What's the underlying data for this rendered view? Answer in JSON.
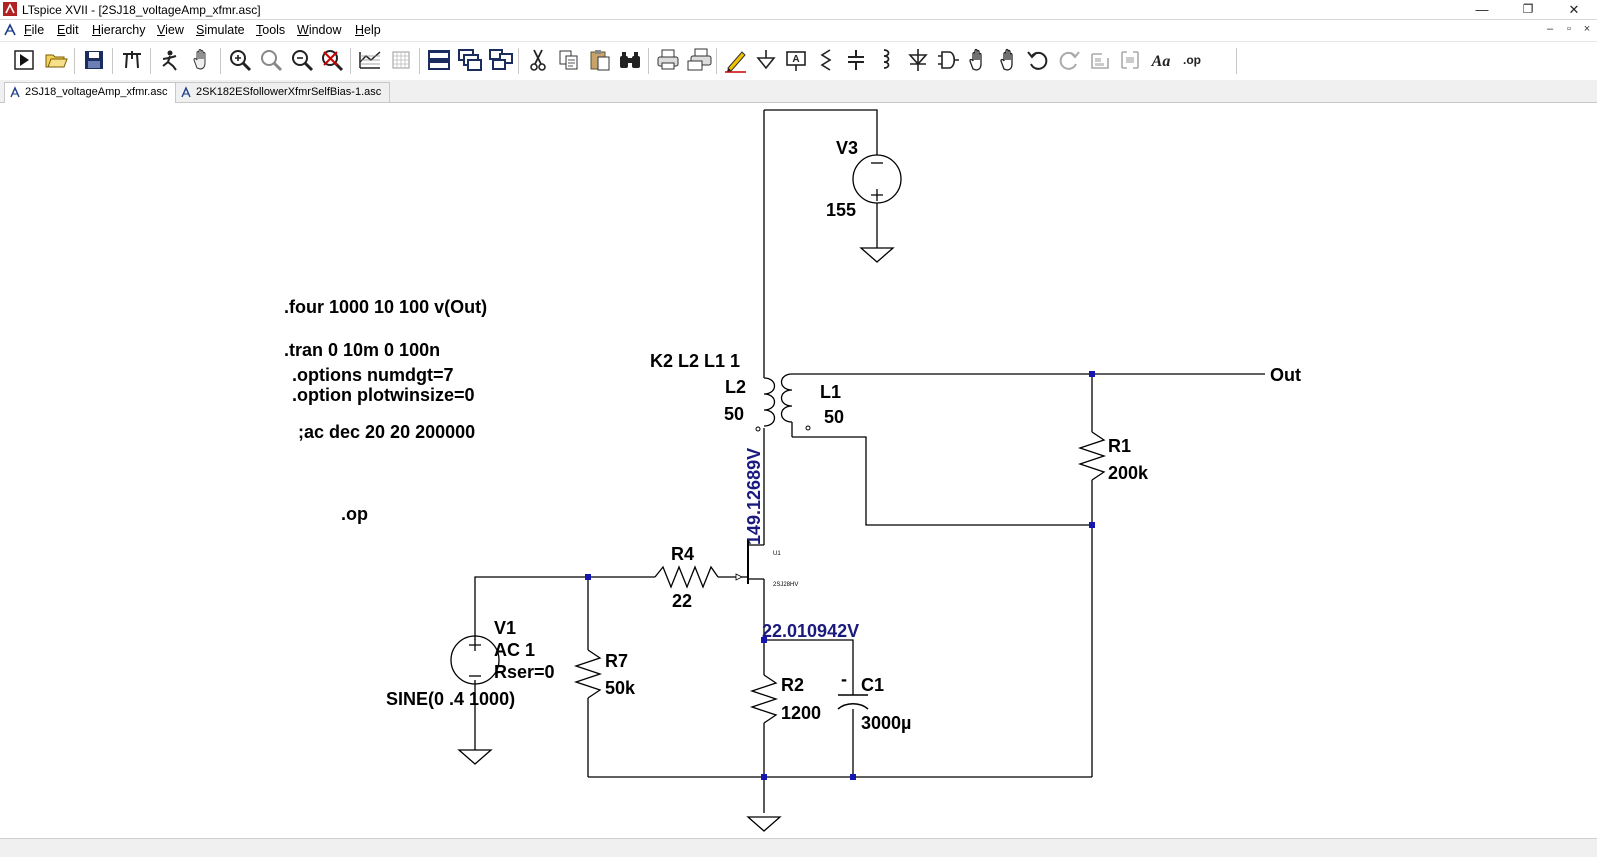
{
  "window": {
    "title": "LTspice XVII - [2SJ18_voltageAmp_xfmr.asc]",
    "controls": [
      "—",
      "❐",
      "✕"
    ]
  },
  "menu": {
    "items": [
      {
        "label": "File",
        "u": "F",
        "rest": "ile"
      },
      {
        "label": "Edit",
        "u": "E",
        "rest": "dit"
      },
      {
        "label": "Hierarchy",
        "u": "H",
        "rest": "ierarchy"
      },
      {
        "label": "View",
        "u": "V",
        "rest": "iew"
      },
      {
        "label": "Simulate",
        "u": "S",
        "rest": "imulate"
      },
      {
        "label": "Tools",
        "u": "T",
        "rest": "ools"
      },
      {
        "label": "Window",
        "u": "W",
        "rest": "indow"
      },
      {
        "label": "Help",
        "u": "H",
        "rest": "elp"
      }
    ],
    "mdi_controls": [
      "–",
      "▫",
      "×"
    ]
  },
  "toolbar": {
    "icons": [
      "run-icon",
      "open-icon",
      "save-icon",
      "control-panel-icon",
      "halt-icon",
      "pan-icon",
      "zoom-in-icon",
      "zoom-area-icon",
      "zoom-out-icon",
      "zoom-fit-icon",
      "autorange-icon",
      "grid-icon",
      "tile-horizontal-icon",
      "cascade-icon",
      "tile-vertical-icon",
      "cut-icon",
      "copy-icon",
      "paste-icon",
      "find-icon",
      "print-icon",
      "print-preview-icon",
      "draw-wire-icon",
      "ground-icon",
      "label-net-icon",
      "resistor-icon",
      "capacitor-icon",
      "inductor-icon",
      "diode-icon",
      "component-icon",
      "move-icon",
      "drag-icon",
      "undo-icon",
      "redo-icon",
      "rotate-icon",
      "mirror-icon",
      "text-icon",
      "spice-directive-icon"
    ],
    "text_icon_label": "Aa",
    "op_icon_label": ".op"
  },
  "tabs": [
    {
      "label": "2SJ18_voltageAmp_xfmr.asc",
      "active": true
    },
    {
      "label": "2SK182ESfollowerXfmrSelfBias-1.asc",
      "active": false
    }
  ],
  "schematic": {
    "directives": {
      "four": ".four 1000 10 100 v(Out)",
      "tran": ".tran 0 10m 0 100n",
      "options": ".options numdgt=7",
      "option": ".option plotwinsize=0",
      "ac": ";ac dec 20 20 200000",
      "op": ".op",
      "coupling": "K2 L2 L1 1"
    },
    "components": {
      "V3": {
        "name": "V3",
        "value": "155"
      },
      "L2": {
        "name": "L2",
        "value": "50"
      },
      "L1": {
        "name": "L1",
        "value": "50"
      },
      "R1": {
        "name": "R1",
        "value": "200k"
      },
      "R4": {
        "name": "R4",
        "value": "22"
      },
      "U1": {
        "name": "U1",
        "model": "2SJ28HV"
      },
      "V1": {
        "name": "V1",
        "ac": "AC 1",
        "rser": "Rser=0",
        "source": "SINE(0 .4 1000)"
      },
      "R7": {
        "name": "R7",
        "value": "50k"
      },
      "R2": {
        "name": "R2",
        "value": "1200"
      },
      "C1": {
        "name": "C1",
        "value": "3000µ",
        "polarity": "-"
      }
    },
    "net_labels": {
      "out": "Out"
    },
    "voltages": {
      "drain": "149.12689V",
      "source": "22.010942V"
    }
  }
}
